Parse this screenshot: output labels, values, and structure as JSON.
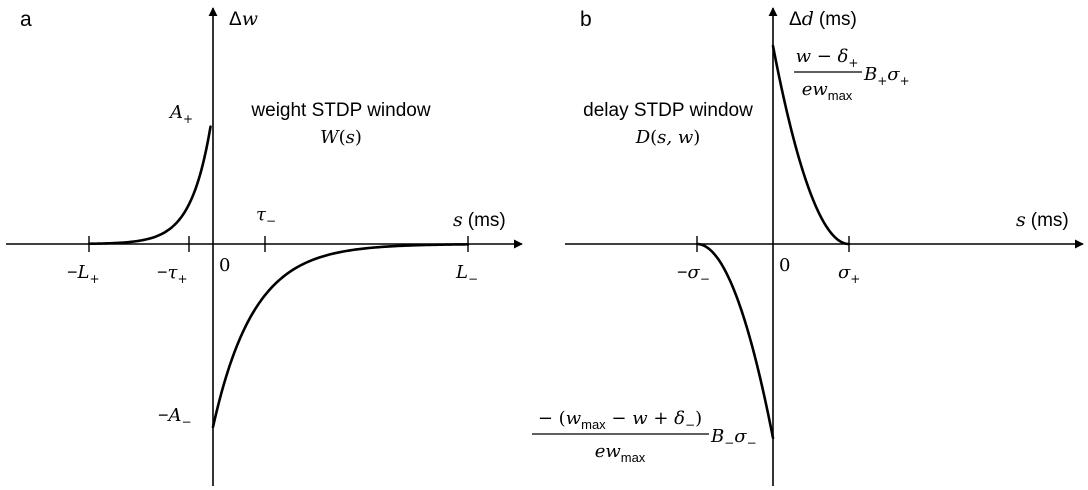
{
  "panels": [
    {
      "letter": "a",
      "y_axis": {
        "symbol": "Δ",
        "var": "w",
        "unit": ""
      },
      "x_axis": {
        "var": "s",
        "unit": "(ms)"
      },
      "title": "weight STDP window",
      "subtitle": {
        "fn": "W",
        "args": "s"
      },
      "origin": "0",
      "ticks_left": [
        {
          "sign": "−",
          "var": "L",
          "sub": "+"
        },
        {
          "sign": "−",
          "var": "τ",
          "sub": "+"
        }
      ],
      "tick_right_above": {
        "var": "τ",
        "sub": "−"
      },
      "tick_right_end": {
        "var": "L",
        "sub": "−"
      },
      "y_label_top": {
        "var": "A",
        "sub": "+"
      },
      "y_label_bottom": {
        "sign": "−",
        "var": "A",
        "sub": "−"
      }
    },
    {
      "letter": "b",
      "y_axis": {
        "symbol": "Δ",
        "var": "d",
        "unit": "(ms)"
      },
      "x_axis": {
        "var": "s",
        "unit": "(ms)"
      },
      "title": "delay STDP window",
      "subtitle": {
        "fn": "D",
        "args": "s, w"
      },
      "origin": "0",
      "tick_left": {
        "sign": "−",
        "var": "σ",
        "sub": "−"
      },
      "tick_right": {
        "var": "σ",
        "sub": "+"
      },
      "top_expr": {
        "num_a": "w",
        "num_op": " − ",
        "num_b": "δ",
        "num_b_sub": "+",
        "den_a": "ew",
        "den_sub": "max",
        "tail_a": "B",
        "tail_a_sub": "+",
        "tail_b": "σ",
        "tail_b_sub": "+"
      },
      "bottom_expr": {
        "num_prefix": "− (",
        "num_a": "w",
        "num_a_sub": "max",
        "num_op1": " − ",
        "num_b": "w",
        "num_op2": " + ",
        "num_c": "δ",
        "num_c_sub": "−",
        "num_suffix": ")",
        "den_a": "ew",
        "den_sub": "max",
        "tail_a": "B",
        "tail_a_sub": "−",
        "tail_b": "σ",
        "tail_b_sub": "−"
      }
    }
  ],
  "curves": {
    "weight_ltp": {
      "x_range": [
        -1,
        0
      ],
      "tau": 0.16,
      "amplitude": 1.0
    },
    "weight_ltd": {
      "x_range": [
        0,
        1
      ],
      "tau": 0.16,
      "amplitude": -1.0
    },
    "delay_ltp": {
      "x_range": [
        0,
        1
      ],
      "shape": "quadratic",
      "amplitude": 1.0
    },
    "delay_ltd": {
      "x_range": [
        -1,
        0
      ],
      "shape": "quadratic",
      "amplitude": -1.0
    }
  }
}
